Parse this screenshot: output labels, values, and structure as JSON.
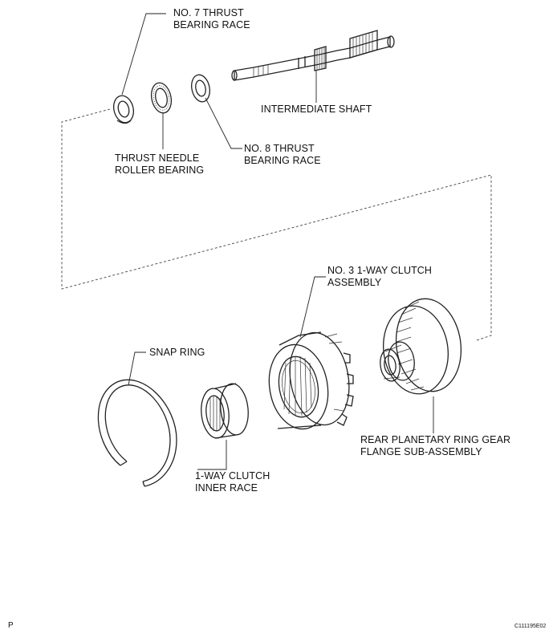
{
  "labels": {
    "no7_line1": "NO. 7 THRUST",
    "no7_line2": "BEARING RACE",
    "intermediate_shaft": "INTERMEDIATE SHAFT",
    "thrust_needle_line1": "THRUST NEEDLE",
    "thrust_needle_line2": "ROLLER BEARING",
    "no8_line1": "NO. 8 THRUST",
    "no8_line2": "BEARING RACE",
    "no3_line1": "NO. 3 1-WAY CLUTCH",
    "no3_line2": "ASSEMBLY",
    "snap_ring": "SNAP RING",
    "rear_line1": "REAR PLANETARY RING GEAR",
    "rear_line2": "FLANGE SUB-ASSEMBLY",
    "inner_line1": "1-WAY CLUTCH",
    "inner_line2": "INNER RACE"
  },
  "corner_mark": "P",
  "figure_code": "C111195E02"
}
